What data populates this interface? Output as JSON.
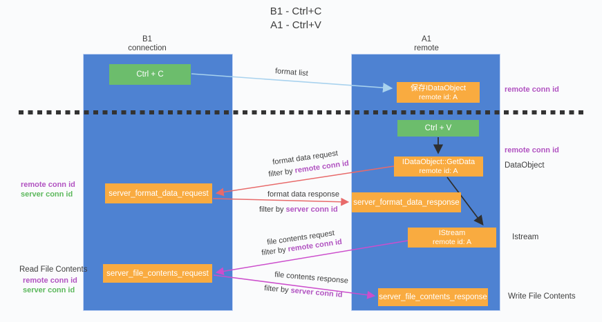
{
  "title": {
    "line1": "B1 - Ctrl+C",
    "line2": "A1 - Ctrl+V"
  },
  "columns": {
    "left": {
      "name": "B1",
      "subtitle": "connection"
    },
    "right": {
      "name": "A1",
      "subtitle": "remote"
    }
  },
  "nodes": {
    "ctrl_c": "Ctrl + C",
    "ctrl_v": "Ctrl + V",
    "save_dataobject": {
      "line1": "保存IDataObject",
      "line2": "remote id: A"
    },
    "getdata": {
      "line1": "IDataObject::GetData",
      "line2": "remote id: A"
    },
    "istream": {
      "line1": "IStream",
      "line2": "remote id: A"
    },
    "server_format_data_request": "server_format_data_request",
    "server_format_data_response": "server_format_data_response",
    "server_file_contents_request": "server_file_contents_request",
    "server_file_contents_response": "server_file_contents_response"
  },
  "side_labels": {
    "remote_conn_id_top": "remote conn id",
    "remote_conn_id_mid": "remote conn id",
    "dataobject": "DataObject",
    "istream": "Istream",
    "write_file_contents": "Write File Contents",
    "read_file_contents": "Read File Contents",
    "left_group1": {
      "remote": "remote conn id",
      "server": "server conn id"
    },
    "left_group2": {
      "remote": "remote conn id",
      "server": "server conn id"
    }
  },
  "arrow_labels": {
    "format_list": "format list",
    "format_data_request": "format data request",
    "format_data_response": "format data response",
    "file_contents_request": "file contents request",
    "file_contents_response": "file contents response",
    "filter_by": "filter by ",
    "remote_conn_id": "remote conn id",
    "server_conn_id": "server conn id"
  },
  "colors": {
    "column_blue": "#4e82d2",
    "box_orange": "#f9ab40",
    "box_green": "#6cbd6c",
    "label_purple": "#b153c1",
    "label_green": "#5cb85c",
    "arrow_light_blue": "#a8d2ee",
    "arrow_red": "#e86a6a",
    "arrow_magenta": "#cc4ecc",
    "arrow_black": "#2f2f2f",
    "dashed_line": "#333333"
  }
}
